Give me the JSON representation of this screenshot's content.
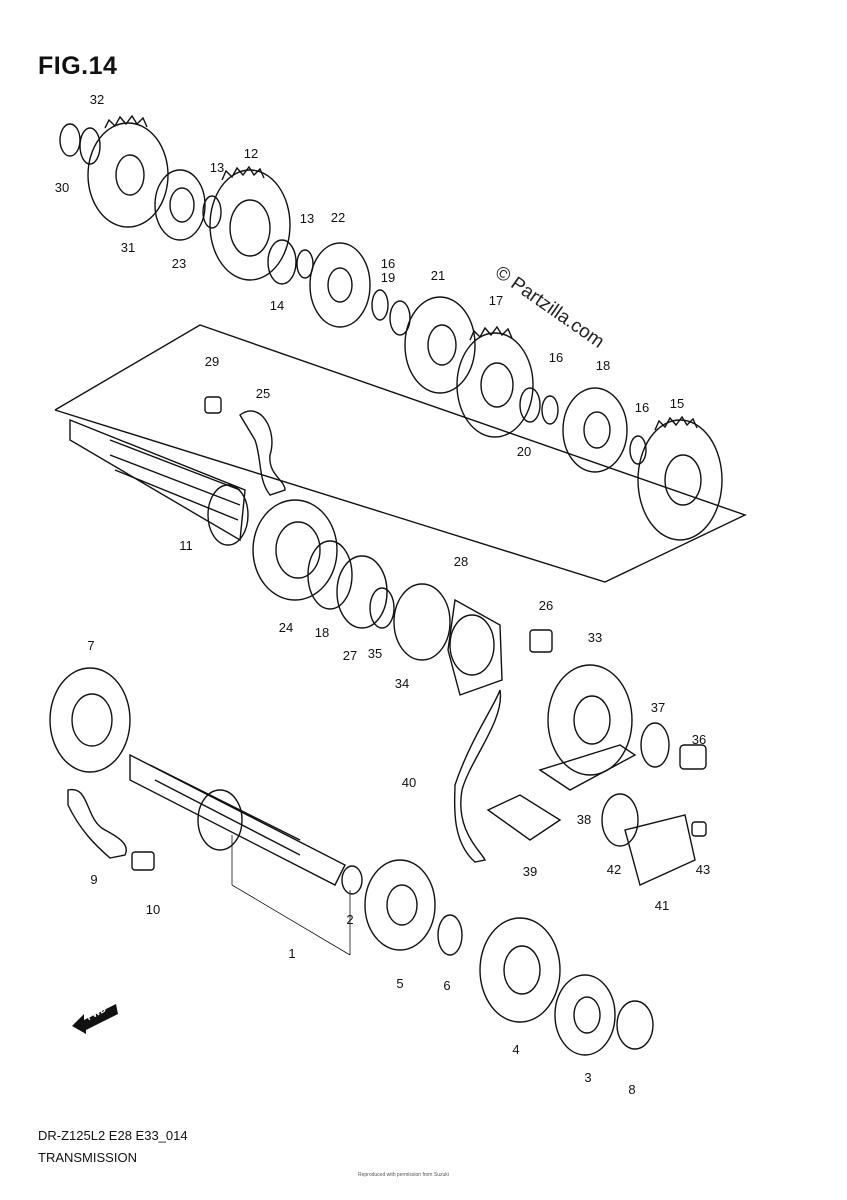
{
  "figure_title": "FIG.14",
  "footer": {
    "model_code": "DR-Z125L2 E28 E33_014",
    "section_name": "TRANSMISSION",
    "fine_print": "Reproduced with permission from Suzuki"
  },
  "watermark": "© Partzilla.com",
  "fwd_label": "FWD",
  "callouts": [
    {
      "num": "1"
    },
    {
      "num": "2"
    },
    {
      "num": "3"
    },
    {
      "num": "4"
    },
    {
      "num": "5"
    },
    {
      "num": "6"
    },
    {
      "num": "7"
    },
    {
      "num": "8"
    },
    {
      "num": "9"
    },
    {
      "num": "10"
    },
    {
      "num": "11"
    },
    {
      "num": "12"
    },
    {
      "num": "13"
    },
    {
      "num": "13"
    },
    {
      "num": "14"
    },
    {
      "num": "15"
    },
    {
      "num": "16"
    },
    {
      "num": "16"
    },
    {
      "num": "16"
    },
    {
      "num": "17"
    },
    {
      "num": "18"
    },
    {
      "num": "18"
    },
    {
      "num": "19"
    },
    {
      "num": "20"
    },
    {
      "num": "21"
    },
    {
      "num": "22"
    },
    {
      "num": "23"
    },
    {
      "num": "24"
    },
    {
      "num": "25"
    },
    {
      "num": "26"
    },
    {
      "num": "27"
    },
    {
      "num": "28"
    },
    {
      "num": "29"
    },
    {
      "num": "30"
    },
    {
      "num": "31"
    },
    {
      "num": "32"
    },
    {
      "num": "33"
    },
    {
      "num": "34"
    },
    {
      "num": "35"
    },
    {
      "num": "36"
    },
    {
      "num": "37"
    },
    {
      "num": "38"
    },
    {
      "num": "39"
    },
    {
      "num": "40"
    },
    {
      "num": "41"
    },
    {
      "num": "42"
    },
    {
      "num": "43"
    }
  ]
}
